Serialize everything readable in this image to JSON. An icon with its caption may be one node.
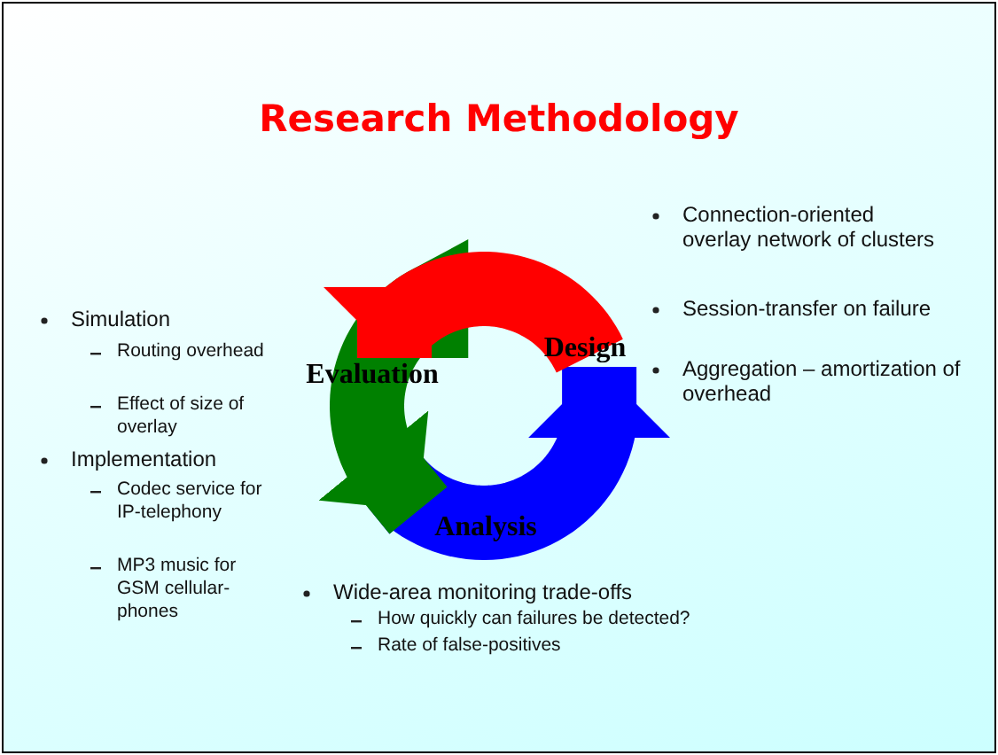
{
  "diagram": {
    "title": "Research Methodology",
    "nodes": [
      {
        "text": [
          "Design"
        ]
      },
      {
        "text": [
          "Evaluation"
        ]
      },
      {
        "text": [
          "Analysis"
        ]
      }
    ],
    "edges": [
      {
        "from": 0,
        "to": 1,
        "arrow": "to",
        "color": "#ff0000"
      },
      {
        "from": 1,
        "to": 2,
        "arrow": "to",
        "color": "#008000"
      },
      {
        "from": 2,
        "to": 0,
        "arrow": "to",
        "color": "#0000ff"
      }
    ],
    "labels": [
      "Simulation",
      "Routing overhead",
      "Effect of size of overlay",
      "Implementation",
      "Codec service for IP-telephony",
      "MP3 music for GSM cellular-phones",
      "Connection-oriented overlay network of clusters",
      "Session-transfer on failure",
      "Aggregation – amortization of overhead",
      "Wide-area monitoring trade-offs",
      "How quickly can failures be detected?",
      "Rate of false-positives"
    ]
  }
}
